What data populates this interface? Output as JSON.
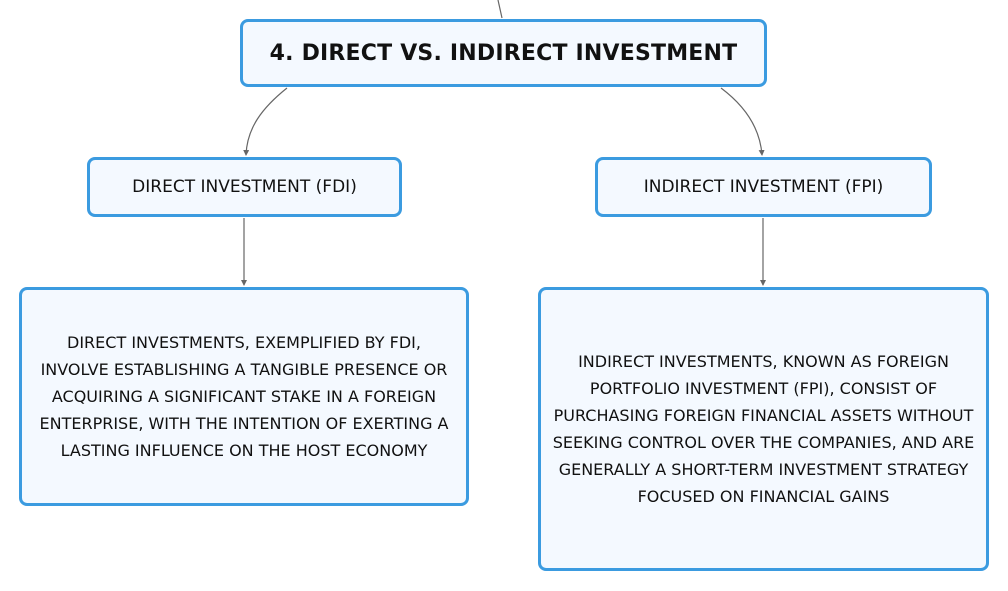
{
  "diagram": {
    "root": {
      "label": "4. DIRECT VS. INDIRECT INVESTMENT"
    },
    "branches": [
      {
        "label": "DIRECT INVESTMENT (FDI)",
        "description": "DIRECT INVESTMENTS, EXEMPLIFIED BY FDI, INVOLVE ESTABLISHING A TANGIBLE PRESENCE OR ACQUIRING A SIGNIFICANT STAKE IN A FOREIGN ENTERPRISE, WITH THE INTENTION OF EXERTING A LASTING INFLUENCE ON THE HOST ECONOMY"
      },
      {
        "label": "INDIRECT INVESTMENT (FPI)",
        "description": "INDIRECT INVESTMENTS, KNOWN AS FOREIGN PORTFOLIO INVESTMENT (FPI), CONSIST OF PURCHASING FOREIGN FINANCIAL ASSETS WITHOUT SEEKING CONTROL OVER THE COMPANIES, AND ARE GENERALLY A SHORT-TERM INVESTMENT STRATEGY FOCUSED ON FINANCIAL GAINS"
      }
    ],
    "colors": {
      "node_border": "#3b9be0",
      "node_fill": "#f4f9ff",
      "connector": "#666666"
    }
  }
}
